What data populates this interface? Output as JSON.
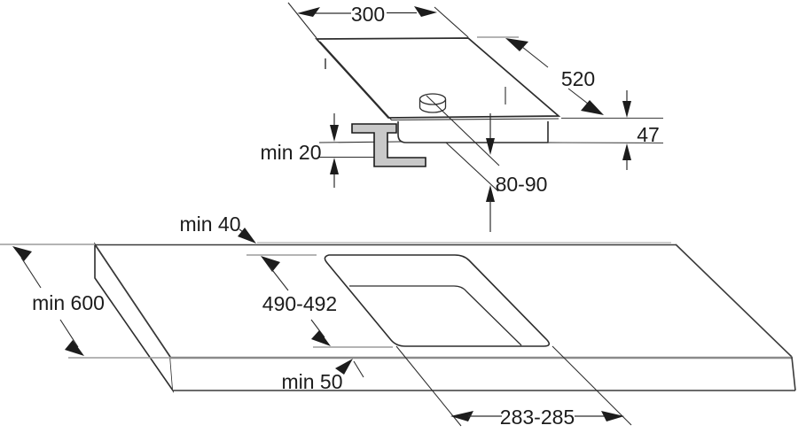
{
  "figure": {
    "kind": "hob-installation-diagram",
    "hob_view": {
      "width": "300",
      "depth": "520",
      "body_height": "47",
      "worktop_thickness": "min 20",
      "knob_hole_diameter": "80-90"
    },
    "worktop_view": {
      "rear_distance": "min 40",
      "worktop_depth": "min 600",
      "cutout_depth": "490-492",
      "front_distance": "min 50",
      "cutout_width": "283-285"
    },
    "colors": {
      "line": "#2d2d2d",
      "gray_line": "#9b9b9b",
      "bracket_fill": "#c9c9c9",
      "background": "#ffffff"
    }
  }
}
